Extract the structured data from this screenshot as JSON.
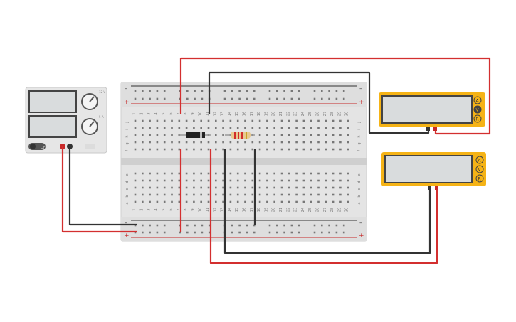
{
  "breadboard": {
    "columns": [
      "1",
      "2",
      "3",
      "4",
      "5",
      "6",
      "7",
      "8",
      "9",
      "10",
      "11",
      "12",
      "13",
      "14",
      "15",
      "16",
      "17",
      "18",
      "19",
      "20",
      "21",
      "22",
      "23",
      "24",
      "25",
      "26",
      "27",
      "28",
      "29",
      "30"
    ],
    "top_rows": [
      "j",
      "i",
      "h",
      "g",
      "f"
    ],
    "bottom_rows": [
      "e",
      "d",
      "c",
      "b",
      "a"
    ],
    "rail_minus": "–",
    "rail_plus": "+"
  },
  "power_supply": {
    "switch_label": "OFF",
    "knob_labels": [
      "12 V",
      "5 A"
    ],
    "colors": {
      "body": "#e6e6e6",
      "screen": "#d9dcdd",
      "red": "#c62828",
      "black": "#333333"
    }
  },
  "multimeters": [
    {
      "name": "multimeter-top",
      "modes": [
        "A",
        "V",
        "R"
      ]
    },
    {
      "name": "multimeter-bottom",
      "modes": [
        "A",
        "V",
        "R"
      ]
    }
  ],
  "components": {
    "diode": {
      "body_color": "#222222",
      "band_color": "#bbbbbb"
    },
    "resistor": {
      "body_color": "#e8c98f",
      "bands": [
        "#d12b2b",
        "#d12b2b",
        "#d12b2b",
        "#c9a227"
      ]
    }
  },
  "wire_colors": {
    "red": "#d32f2f",
    "black": "#333333"
  },
  "meter_color": "#f5b316"
}
